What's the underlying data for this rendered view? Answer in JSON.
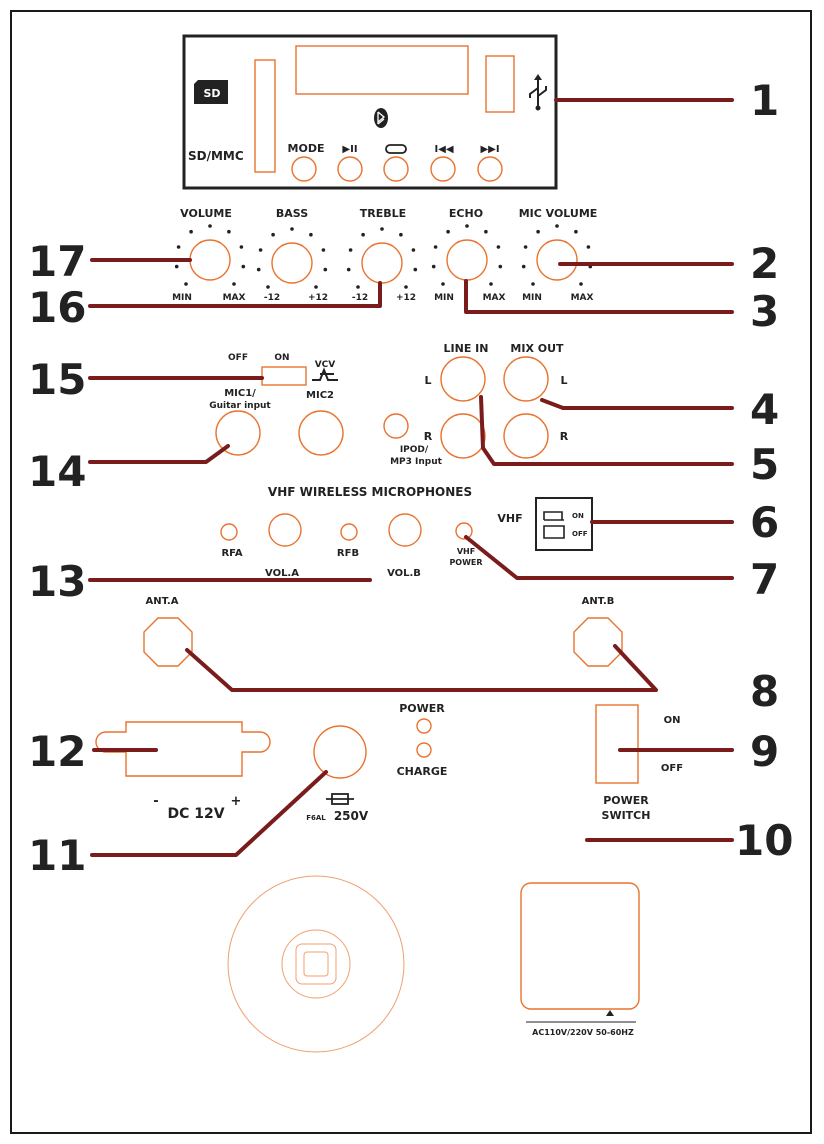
{
  "panel": {
    "sd_badge": "SD",
    "sd_mmc": "SD/MMC",
    "mode": "MODE",
    "play_pause": "▶II",
    "repeat_icon": "repeat-icon",
    "prev": "I◀◀",
    "next": "▶▶I",
    "usb_icon": "usb-icon",
    "bluetooth_icon": "bluetooth-icon"
  },
  "knobs": {
    "volume": "VOLUME",
    "bass": "BASS",
    "treble": "TREBLE",
    "echo": "ECHO",
    "mic_volume": "MIC VOLUME",
    "min": "MIN",
    "max": "MAX",
    "minus12": "-12",
    "plus12": "+12"
  },
  "inputs": {
    "off": "OFF",
    "on": "ON",
    "vcv": "VCV",
    "mic1": "MIC1/",
    "mic1_sub": "Guitar input",
    "mic2": "MIC2",
    "ipod": "IPOD/",
    "ipod_sub": "MP3 Input",
    "line_in": "LINE IN",
    "mix_out": "MIX OUT",
    "l": "L",
    "r": "R"
  },
  "wireless": {
    "title": "VHF WIRELESS MICROPHONES",
    "vhf": "VHF",
    "on": "ON",
    "off": "OFF",
    "rfa": "RFA",
    "rfb": "RFB",
    "vol_a": "VOL.A",
    "vol_b": "VOL.B",
    "vhf_power_1": "VHF",
    "vhf_power_2": "POWER",
    "ant_a": "ANT.A",
    "ant_b": "ANT.B"
  },
  "power": {
    "power": "POWER",
    "charge": "CHARGE",
    "dc": "DC 12V",
    "dc_minus": "-",
    "dc_plus": "+",
    "fuse_small": "F6AL",
    "fuse_big": "250V",
    "switch_on": "ON",
    "switch_off": "OFF",
    "switch_label_1": "POWER",
    "switch_label_2": "SWITCH",
    "ac": "AC110V/220V 50-60HZ"
  },
  "callouts": [
    "1",
    "2",
    "3",
    "4",
    "5",
    "6",
    "7",
    "8",
    "9",
    "10",
    "11",
    "12",
    "13",
    "14",
    "15",
    "16",
    "17"
  ],
  "colors": {
    "leader": "#7a1c1c",
    "outline": "#e9732f",
    "frame": "#1a1a1a"
  }
}
